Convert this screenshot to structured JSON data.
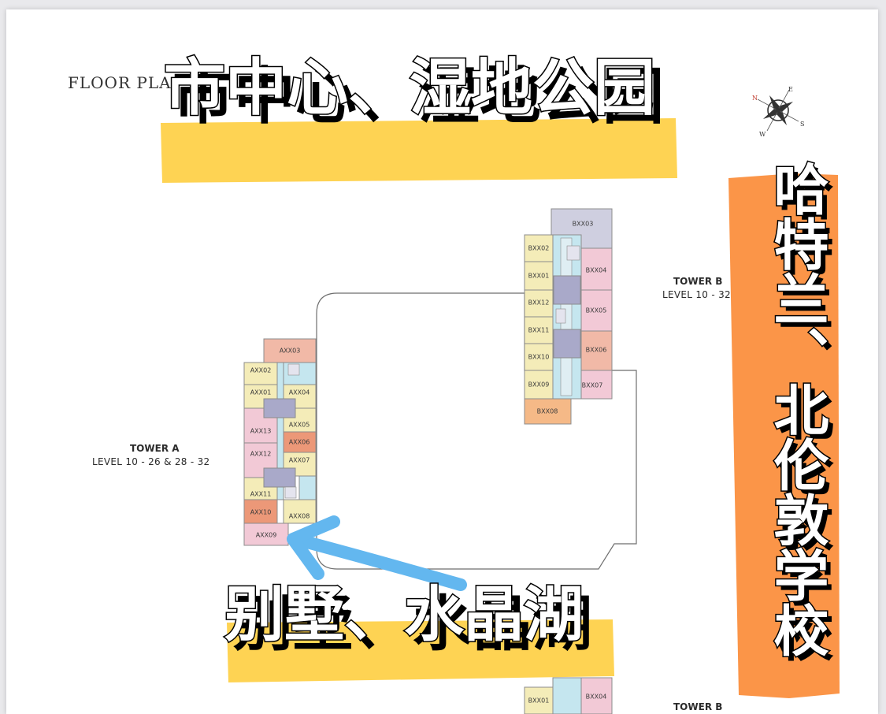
{
  "header": {
    "floor_plan_label": "FLOOR PLA"
  },
  "compass": {
    "n": "N",
    "e": "E",
    "s": "S",
    "w": "W"
  },
  "overlay_text": {
    "top": "市中心、湿地公园",
    "bottom": "别墅、水晶湖",
    "right": "哈特兰、北伦敦学校"
  },
  "tower_a": {
    "name": "TOWER A",
    "levels": "LEVEL 10 - 26 & 28 - 32",
    "units": [
      "AXX03",
      "AXX02",
      "AXX01",
      "AXX04",
      "AXX13",
      "AXX05",
      "AXX06",
      "AXX12",
      "AXX07",
      "AXX11",
      "AXX10",
      "AXX08",
      "AXX09"
    ]
  },
  "tower_b": {
    "name": "TOWER B",
    "levels": "LEVEL 10 - 32",
    "units": [
      "BXX03",
      "BXX02",
      "BXX04",
      "BXX01",
      "BXX12",
      "BXX05",
      "BXX11",
      "BXX10",
      "BXX06",
      "BXX09",
      "BXX07",
      "BXX08"
    ]
  },
  "tower_b_lower": {
    "name": "TOWER B",
    "units": [
      "BXX01",
      "BXX04"
    ]
  },
  "colors": {
    "yellow_unit": "#f4ecb8",
    "pink_unit": "#f2c9d6",
    "salmon_unit": "#f1b9a7",
    "coral_unit": "#ec9878",
    "lavender_unit": "#cfcfe0",
    "orange_unit": "#f5b987",
    "corridor": "#c5e6ef",
    "core": "#a9a9c9",
    "highlight_yellow": "#fed14a",
    "highlight_orange": "#fb8f3e",
    "arrow_blue": "#63b7ef"
  }
}
